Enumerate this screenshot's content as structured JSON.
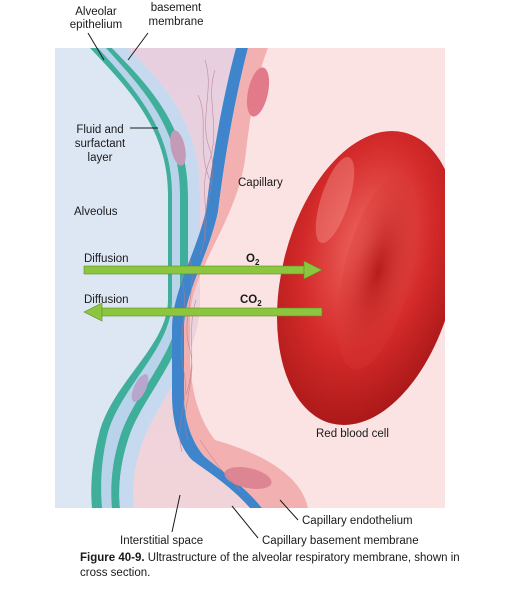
{
  "labels": {
    "alveolar_epithelium_1": "Alveolar",
    "alveolar_epithelium_2": "epithelium",
    "basement_membrane_1": "basement",
    "basement_membrane_2": "membrane",
    "fluid_1": "Fluid and",
    "fluid_2": "surfactant",
    "fluid_3": "layer",
    "alveolus": "Alveolus",
    "capillary": "Capillary",
    "diffusion_o2": "Diffusion",
    "diffusion_co2": "Diffusion",
    "o2_base": "O",
    "o2_sub": "2",
    "co2_base": "CO",
    "co2_sub": "2",
    "red_blood_cell": "Red blood cell",
    "capillary_endothelium": "Capillary endothelium",
    "interstitial_space": "Interstitial space",
    "capillary_basement_membrane": "Capillary basement membrane"
  },
  "caption": {
    "figure_number": "Figure 40-9.",
    "text": " Ultrastructure of the alveolar respiratory membrane, shown in cross section."
  },
  "colors": {
    "alveolus": "#dde7f4",
    "epithelium": "#3fae9a",
    "epithelial_fluid": "#b9d3ea",
    "capillary_basement": "#3f85cc",
    "interstitium": "#ecd2dc",
    "endothelium": "#f3b0b0",
    "capillary_lumen": "#fbe3e3",
    "rbc": "#d42a2a",
    "arrow": "#8cc63f"
  }
}
